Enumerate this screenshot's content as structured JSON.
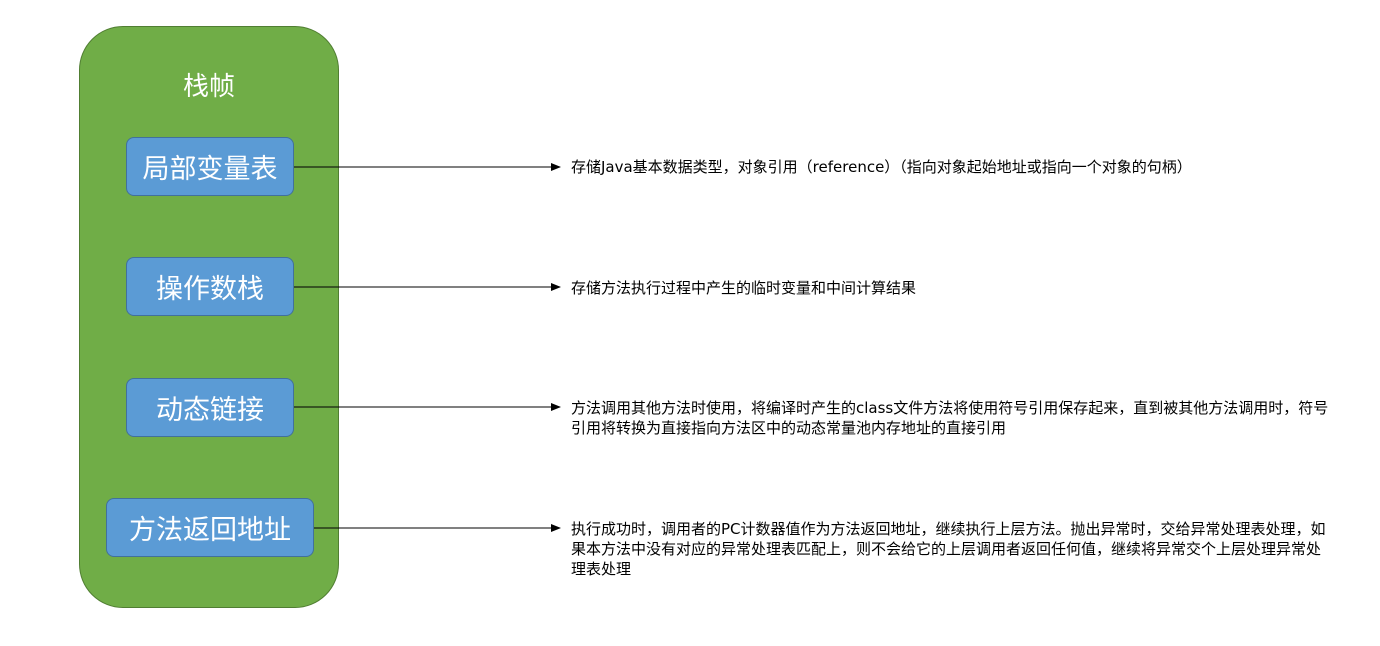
{
  "frame": {
    "title": "栈帧"
  },
  "items": [
    {
      "label": "局部变量表",
      "description": "存储Java基本数据类型，对象引用（reference）（指向对象起始地址或指向一个对象的句柄）"
    },
    {
      "label": "操作数栈",
      "description": "存储方法执行过程中产生的临时变量和中间计算结果"
    },
    {
      "label": "动态链接",
      "description": "方法调用其他方法时使用，将编译时产生的class文件方法将使用符号引用保存起来，直到被其他方法调用时，符号引用将转换为直接指向方法区中的动态常量池内存地址的直接引用"
    },
    {
      "label": "方法返回地址",
      "description": "执行成功时，调用者的PC计数器值作为方法返回地址，继续执行上层方法。抛出异常时，交给异常处理表处理，如果本方法中没有对应的异常处理表匹配上，则不会给它的上层调用者返回任何值，继续将异常交个上层处理异常处理表处理"
    }
  ],
  "colors": {
    "frame_fill": "#70ad47",
    "frame_border": "#507e32",
    "box_fill": "#5b9bd5",
    "box_border": "#41719c",
    "arrow": "#000000"
  }
}
